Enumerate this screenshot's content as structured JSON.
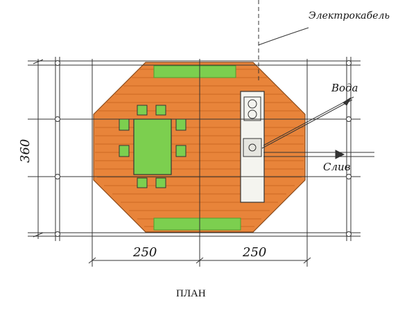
{
  "labels": {
    "cable": "Электрокабель",
    "water": "Вода",
    "drain": "Слив",
    "dim_height": "360",
    "dim_left": "250",
    "dim_right": "250",
    "caption": "ПЛАН"
  },
  "colors": {
    "floor": "#e8843a",
    "floor_dark": "#c9651f",
    "green": "#7ccf4f",
    "green_dark": "#4f9e2e",
    "line": "#333333",
    "cabinet": "#f4f4ef"
  }
}
